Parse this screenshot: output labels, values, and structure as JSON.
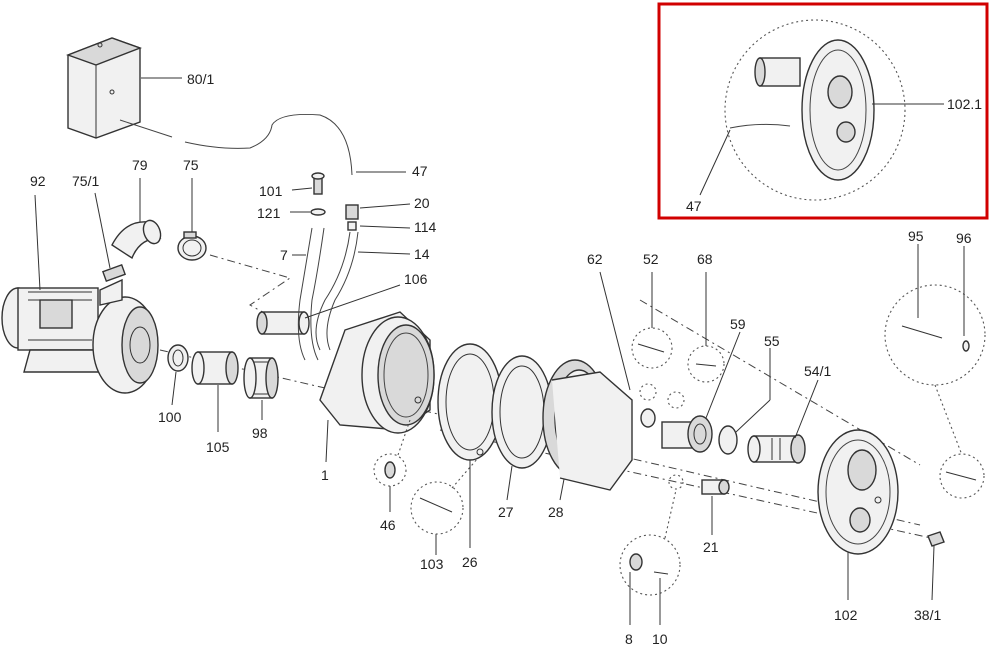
{
  "diagram": {
    "labels": {
      "l80_1": "80/1",
      "l92": "92",
      "l75_1": "75/1",
      "l79": "79",
      "l75": "75",
      "l101": "101",
      "l121": "121",
      "l7": "7",
      "l47": "47",
      "l20": "20",
      "l114": "114",
      "l14": "14",
      "l106": "106",
      "l100": "100",
      "l105": "105",
      "l98": "98",
      "l1": "1",
      "l46": "46",
      "l103": "103",
      "l26": "26",
      "l27": "27",
      "l28": "28",
      "l62": "62",
      "l52": "52",
      "l68": "68",
      "l59": "59",
      "l55": "55",
      "l54_1": "54/1",
      "l95": "95",
      "l96": "96",
      "l21": "21",
      "l8": "8",
      "l10": "10",
      "l102": "102",
      "l38_1": "38/1",
      "inset_102_1": "102.1",
      "inset_47": "47"
    },
    "highlight_color": "#d10000"
  }
}
